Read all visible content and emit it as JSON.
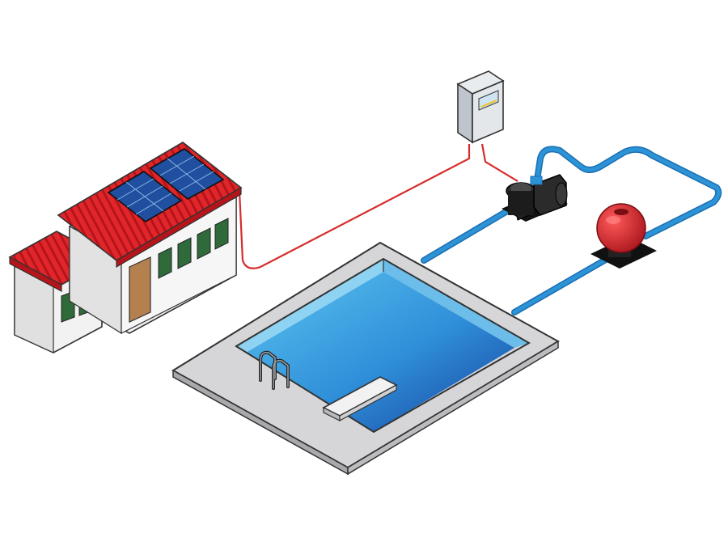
{
  "diagram": {
    "components": [
      {
        "id": "house",
        "icon": "house-with-solar-panels-icon"
      },
      {
        "id": "solar-panels",
        "icon": "solar-panel-icon",
        "count": 2
      },
      {
        "id": "control-box",
        "icon": "controller-box-icon"
      },
      {
        "id": "pump",
        "icon": "water-pump-icon"
      },
      {
        "id": "filter",
        "icon": "sand-filter-icon"
      },
      {
        "id": "pool",
        "icon": "swimming-pool-icon"
      },
      {
        "id": "ladder",
        "icon": "pool-ladder-icon"
      },
      {
        "id": "diving-board",
        "icon": "diving-board-icon"
      }
    ],
    "connections": [
      {
        "from": "house",
        "to": "control-box",
        "kind": "electric",
        "color": "#d72c2c"
      },
      {
        "from": "control-box",
        "to": "pump",
        "kind": "electric",
        "color": "#d72c2c"
      },
      {
        "from": "pool",
        "to": "pump",
        "kind": "water",
        "color": "#2b93d6"
      },
      {
        "from": "pump",
        "to": "filter",
        "kind": "water",
        "color": "#2b93d6"
      },
      {
        "from": "filter",
        "to": "pool",
        "kind": "water",
        "color": "#2b93d6"
      }
    ],
    "colors": {
      "roof": "#e0262b",
      "wall": "#f2f2f2",
      "window": "#2f6a3a",
      "door": "#b4814e",
      "solar": "#1f4f9e",
      "pool_water": "#3a9be0",
      "pool_deck": "#d6d6d8",
      "filter": "#d8222b",
      "pump": "#1b1b1b"
    }
  }
}
